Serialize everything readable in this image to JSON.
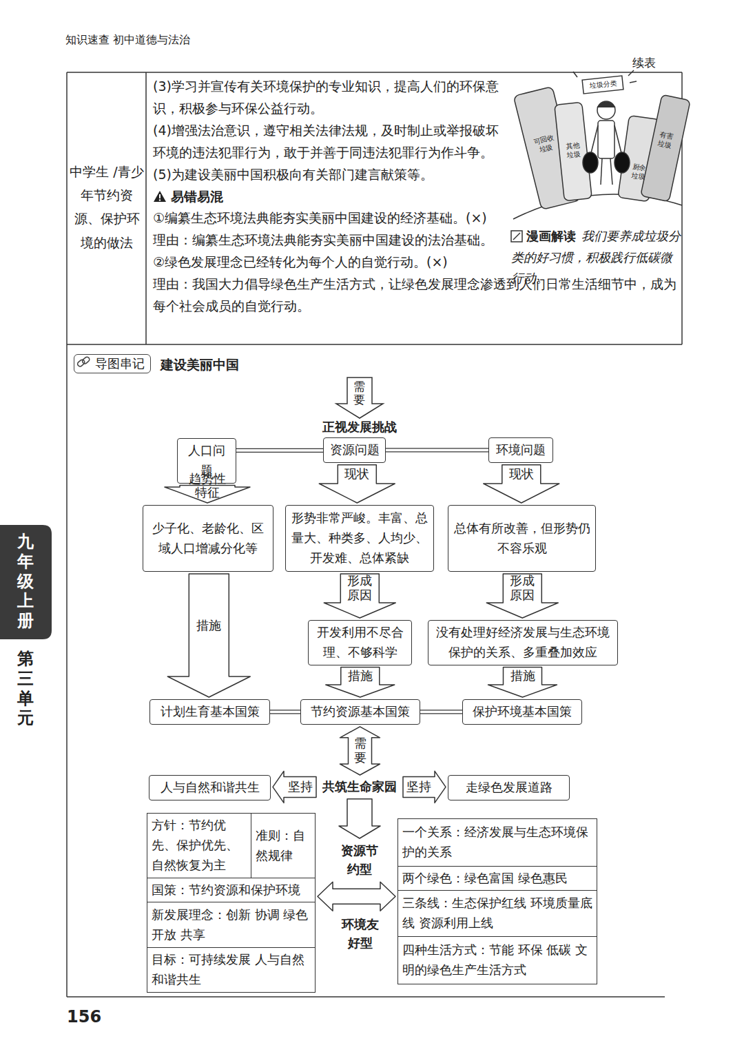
{
  "diagram": {
    "title": "建设美丽中国",
    "nodes": [
      {
        "text": [
          "正视发展挑战"
        ]
      },
      {
        "text": [
          "人口问题"
        ]
      },
      {
        "text": [
          "资源问题"
        ]
      },
      {
        "text": [
          "环境问题"
        ]
      },
      {
        "text": [
          "少子化、老龄化、区域人口增减分化等"
        ]
      },
      {
        "text": [
          "形势非常严峻。丰富、总量大、种类多、人均少、开发难、总体紧缺"
        ]
      },
      {
        "text": [
          "总体有所改善，但形势仍不容乐观"
        ]
      },
      {
        "text": [
          "开发利用不尽合理、不够科学"
        ]
      },
      {
        "text": [
          "没有处理好经济发展与生态环境保护的关系、多重叠加效应"
        ]
      },
      {
        "text": [
          "计划生育基本国策"
        ]
      },
      {
        "text": [
          "节约资源基本国策"
        ]
      },
      {
        "text": [
          "保护环境基本国策"
        ]
      },
      {
        "text": [
          "共筑生命家园"
        ]
      },
      {
        "text": [
          "人与自然和谐共生"
        ]
      },
      {
        "text": [
          "走绿色发展道路"
        ]
      },
      {
        "text": [
          "资源节约型"
        ]
      },
      {
        "text": [
          "方针：节约优先、保护优先、自然恢复为主"
        ]
      },
      {
        "text": [
          "准则：自然规律"
        ]
      },
      {
        "text": [
          "国策：节约资源和保护环境"
        ]
      },
      {
        "text": [
          "新发展理念：创新 协调 绿色 开放 共享"
        ]
      },
      {
        "text": [
          "目标：可持续发展 人与自然和谐共生"
        ]
      },
      {
        "text": [
          "一个关系：经济发展与生态环境保护的关系"
        ]
      },
      {
        "text": [
          "两个绿色：绿色富国 绿色惠民"
        ]
      },
      {
        "text": [
          "三条线：生态保护红线 环境质量底线 资源利用上线"
        ]
      },
      {
        "text": [
          "四种生活方式：节能 环保 低碳 文明的绿色生产生活方式"
        ]
      }
    ],
    "edges": [
      {
        "from": 1,
        "to": 2,
        "arrow": "none"
      },
      {
        "from": 2,
        "to": 3,
        "arrow": "none"
      },
      {
        "from": 1,
        "to": 4,
        "label": "趋势性特征",
        "arrow": "to"
      },
      {
        "from": 2,
        "to": 5,
        "label": "现状",
        "arrow": "to"
      },
      {
        "from": 3,
        "to": 6,
        "label": "现状",
        "arrow": "to"
      },
      {
        "from": 5,
        "to": 7,
        "label": "形成原因",
        "arrow": "to"
      },
      {
        "from": 6,
        "to": 8,
        "label": "形成原因",
        "arrow": "to"
      },
      {
        "from": 4,
        "to": 9,
        "label": "措施",
        "arrow": "to"
      },
      {
        "from": 7,
        "to": 10,
        "label": "措施",
        "arrow": "to"
      },
      {
        "from": 8,
        "to": 11,
        "label": "措施",
        "arrow": "to"
      },
      {
        "from": 9,
        "to": 10,
        "arrow": "none"
      },
      {
        "from": 10,
        "to": 11,
        "arrow": "none"
      },
      {
        "from": 10,
        "to": 12,
        "label": "需要",
        "arrow": "both"
      },
      {
        "from": 12,
        "to": 13,
        "label": "坚持",
        "arrow": "to"
      },
      {
        "from": 12,
        "to": 14,
        "label": "坚持",
        "arrow": "to"
      },
      {
        "from": 12,
        "to": 15,
        "arrow": "to"
      },
      {
        "from": 18,
        "to": 23,
        "arrow": "both"
      }
    ],
    "labels": [
      "知识速查 初中道德与法治",
      "续表",
      "中学生 /青少年节约资源、保护环境的做法",
      "(3)学习并宣传有关环境保护的专业知识，提高人们的环保意识，积极参与环保公益行动。",
      "(4)增强法治意识，遵守相关法律法规，及时制止或举报破坏环境的违法犯罪行为，敢于并善于同违法犯罪行为作斗争。",
      "(5)为建设美丽中国积极向有关部门建言献策等。",
      "易错易混",
      "①编纂生态环境法典能夯实美丽中国建设的经济基础。(×)",
      "理由：编纂生态环境法典能夯实美丽中国建设的法治基础。",
      "②绿色发展理念已经转化为每个人的自觉行动。(×)",
      "理由：我国大力倡导绿色生产生活方式，让绿色发展理念渗透到人们日常生活细节中，成为每个社会成员的自觉行动。",
      "垃圾分类",
      "可回收垃圾",
      "其他垃圾",
      "厨余垃圾",
      "有害垃圾",
      "漫画解读",
      "我们要养成垃圾分类的好习惯，积极践行低碳微行动。",
      "导图串记",
      "需要",
      "环境友好型",
      "九年级上册",
      "第三单元",
      "156"
    ]
  }
}
